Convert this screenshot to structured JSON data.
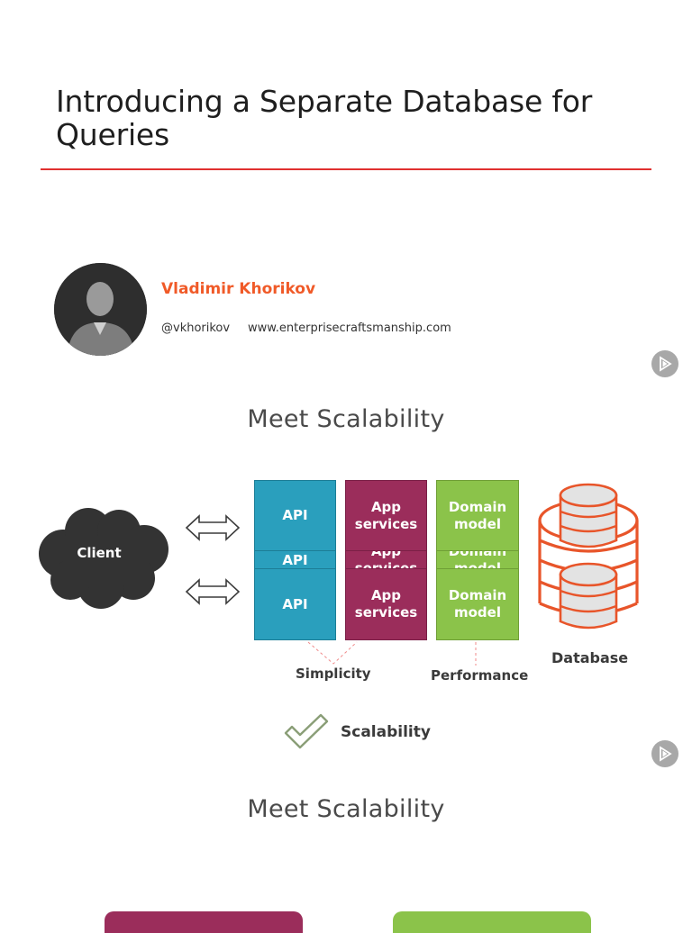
{
  "title": "Introducing a Separate Database for Queries",
  "author": {
    "name": "Vladimir Khorikov",
    "handle": "@vkhorikov",
    "website": "www.enterprisecraftsmanship.com"
  },
  "sections": [
    {
      "title": "Meet Scalability"
    },
    {
      "title": "Meet Scalability"
    }
  ],
  "diagram": {
    "client_label": "Client",
    "api_blocks": [
      "API",
      "API",
      "API"
    ],
    "app_blocks": [
      "App services",
      "App services",
      "App services"
    ],
    "domain_blocks": [
      "Domain model",
      "Domain model",
      "Domain model"
    ],
    "database_label": "Database",
    "simplicity_label": "Simplicity",
    "performance_label": "Performance",
    "scalability_label": "Scalability"
  },
  "colors": {
    "accent_red": "#e0302f",
    "author_orange": "#f05a28",
    "api_blue": "#2a9fbd",
    "app_purple": "#9b2d5b",
    "domain_green": "#8bc34a",
    "database_orange": "#e8552a"
  }
}
